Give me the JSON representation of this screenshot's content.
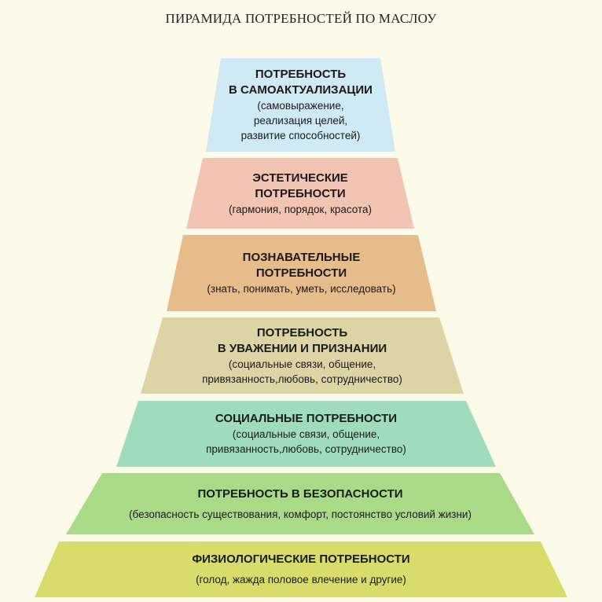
{
  "title": "ПИРАМИДА ПОТРЕБНОСТЕЙ ПО МАСЛОУ",
  "levels": [
    {
      "title": "ПОТРЕБНОСТЬ\nВ САМОАКТУАЛИЗАЦИИ",
      "description": "(самовыражение,\nреализация целей,\nразвитие способностей)",
      "color": "#cfe9f5"
    },
    {
      "title": "ЭСТЕТИЧЕСКИЕ\nПОТРЕБНОСТИ",
      "description": "(гармония, порядок, красота)",
      "color": "#f2c4b4"
    },
    {
      "title": "ПОЗНАВАТЕЛЬНЫЕ\nПОТРЕБНОСТИ",
      "description": "(знать, понимать, уметь, исследовать)",
      "color": "#e6bc8a"
    },
    {
      "title": "ПОТРЕБНОСТЬ\nВ УВАЖЕНИИ И ПРИЗНАНИИ",
      "description": "(социальные связи, общение,\nпривязанность,любовь, сотрудничество)",
      "color": "#ddd3a4"
    },
    {
      "title": "СОЦИАЛЬНЫЕ ПОТРЕБНОСТИ",
      "description": "(социальные связи, общение,\nпривязанность,любовь, сотрудничество)",
      "color": "#9fdcbc"
    },
    {
      "title": "ПОТРЕБНОСТЬ В БЕЗОПАСНОСТИ",
      "description": "(безопасность существования, комфорт, постоянство условий жизни)",
      "color": "#a9db86"
    },
    {
      "title": "ФИЗИОЛОГИЧЕСКИЕ ПОТРЕБНОСТИ",
      "description": "(голод, жажда половое влечение и другие)",
      "color": "#d9db6a"
    }
  ]
}
